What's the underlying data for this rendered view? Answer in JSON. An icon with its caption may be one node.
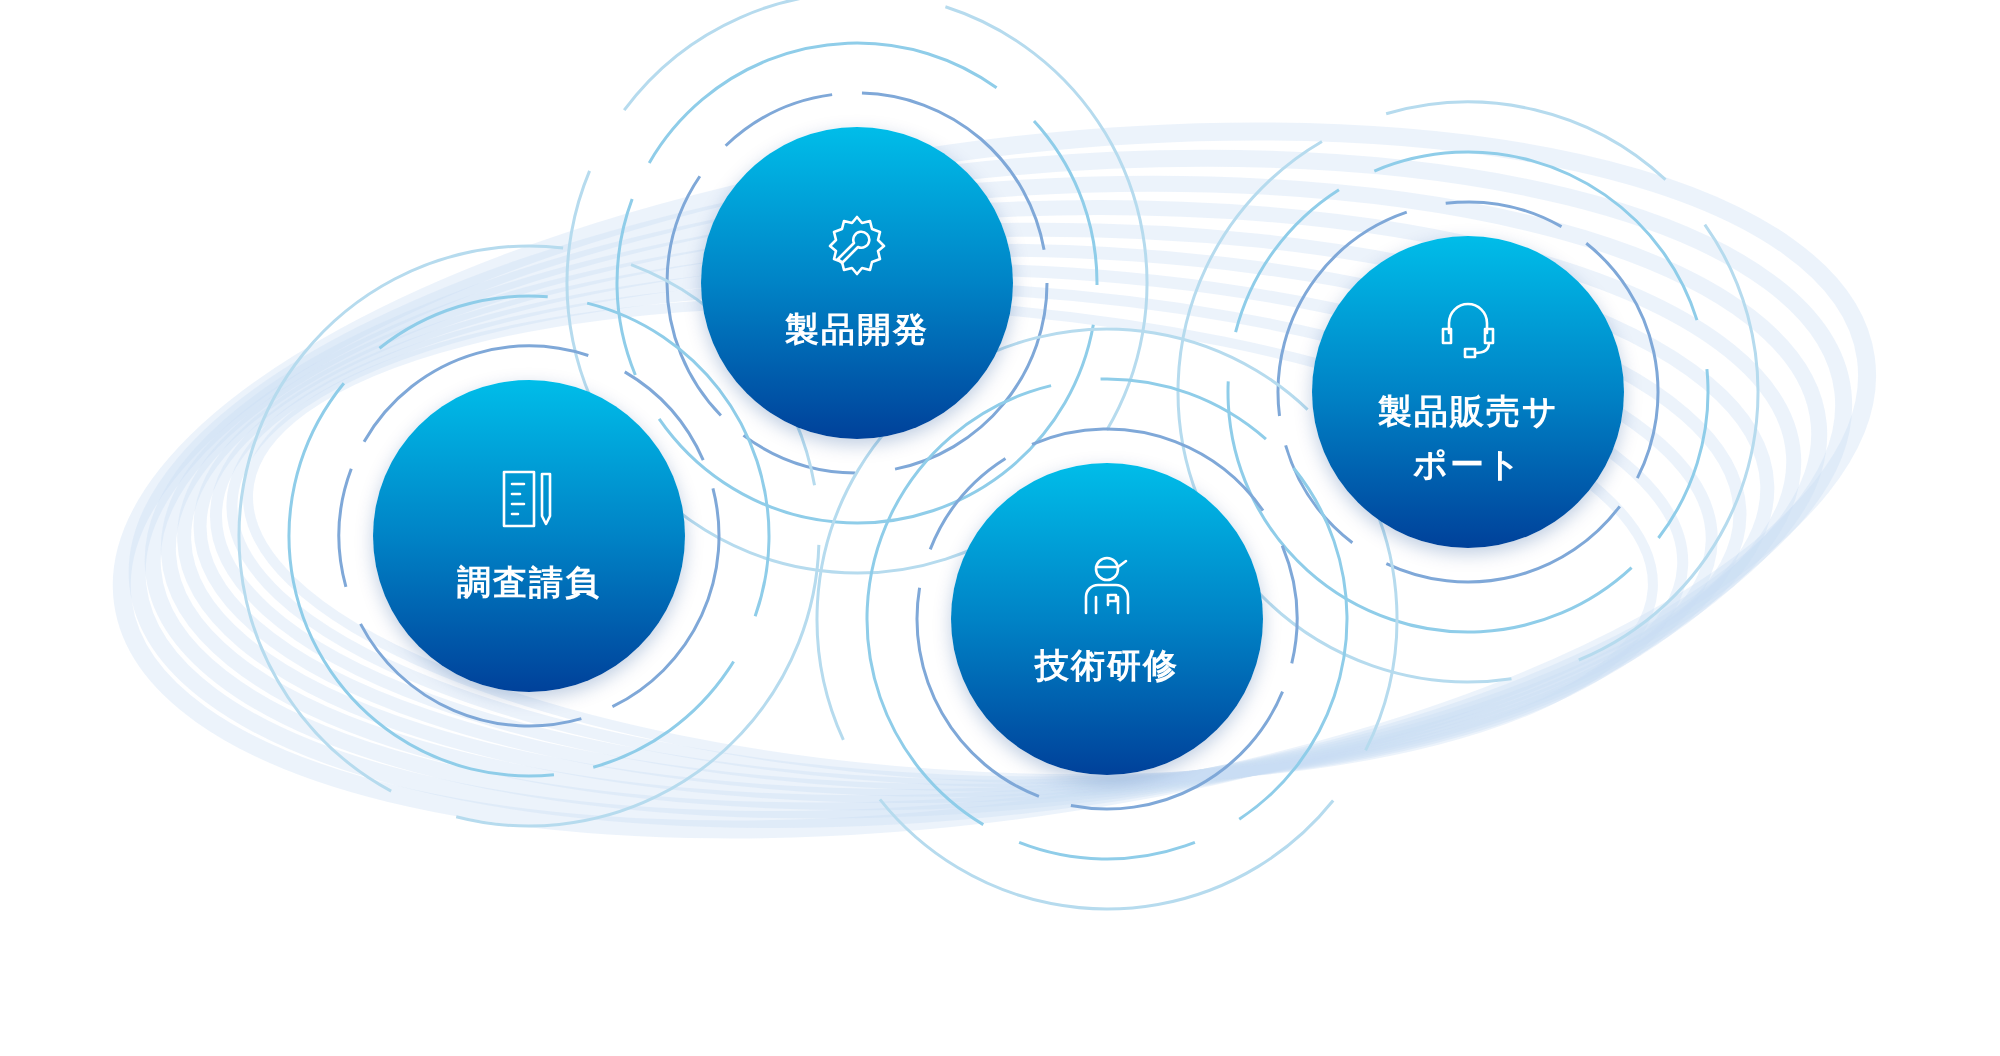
{
  "diagram": {
    "nodes": [
      {
        "text": [
          "製品開発"
        ]
      },
      {
        "text": [
          "製品販売サポート"
        ]
      },
      {
        "text": [
          "調査請負"
        ]
      },
      {
        "text": [
          "技術研修"
        ]
      }
    ]
  }
}
